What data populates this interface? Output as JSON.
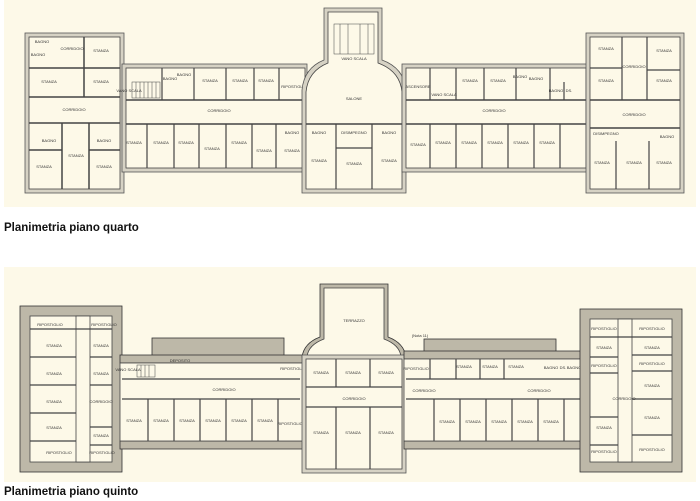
{
  "figures": [
    {
      "caption": "Planimetria piano quarto",
      "labels": {
        "corridoio": "CORRIDOIO",
        "stanza": "STANZA",
        "bagno": "BAGNO",
        "vano_scala": "VANO SCALA",
        "salone": "SALONE",
        "disimpegno": "DISIMPEGNO",
        "ripostiglio": "RIPOSTIGLIO",
        "ascensore": "ASCENSORE",
        "ds": "DS.",
        "disimpegno_r": "DISIMPEGNO"
      }
    },
    {
      "caption": "Planimetria piano quinto",
      "labels": {
        "corridoio": "CORRIDOIO",
        "stanza": "STANZA",
        "ripostiglio": "RIPOSTIGLIO",
        "vano_scala": "VANO SCALA",
        "terrazzo": "TERRAZZO",
        "deposito": "DEPOSITO",
        "bagno": "BAGNO",
        "ds": "DS.",
        "note": "(Nota 11)"
      }
    }
  ]
}
